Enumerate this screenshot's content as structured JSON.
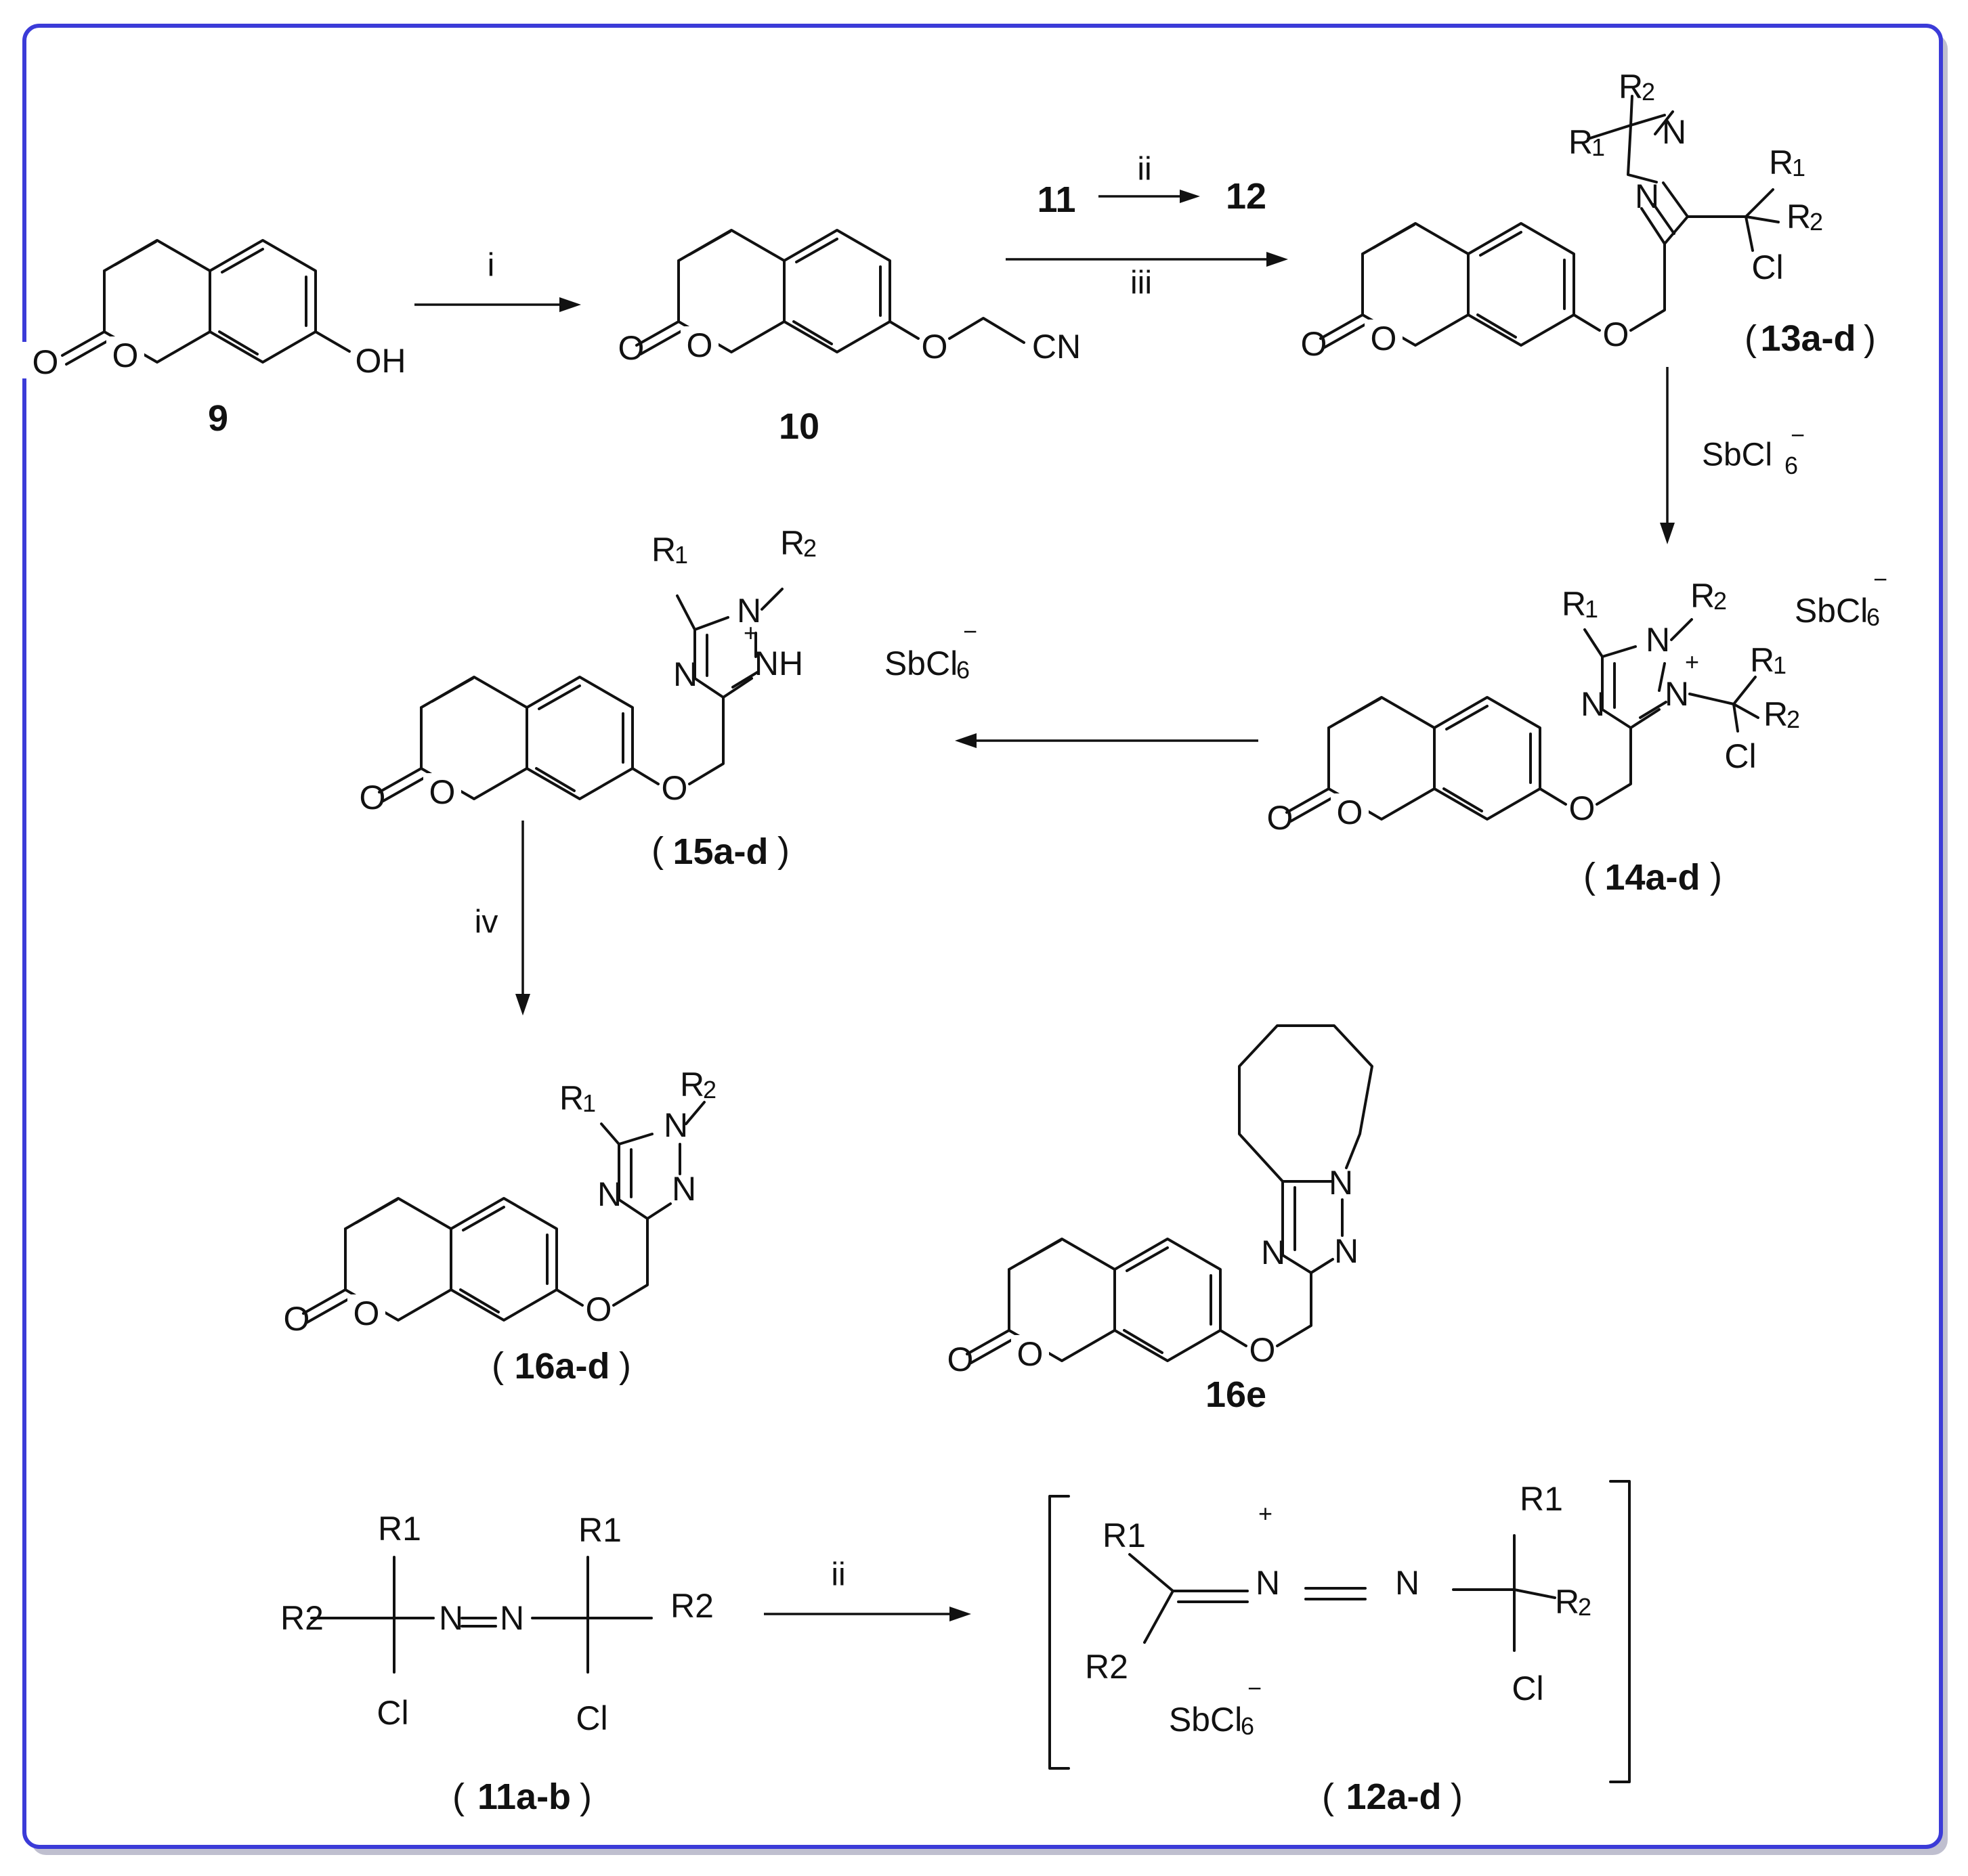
{
  "compounds": {
    "c9": "9",
    "c10": "10",
    "c11": "11",
    "c12": "12",
    "c13": "13a-d",
    "c14": "14a-d",
    "c15": "15a-d",
    "c16": "16a-d",
    "c16e": "16e",
    "c11ab": "11a-b",
    "c12ad": "12a-d"
  },
  "reagents": {
    "i": "i",
    "ii": "ii",
    "iii": "iii",
    "iv": "iv",
    "ii_bottom": "ii",
    "sbcl6_arrow": "SbCl"
  },
  "atoms": {
    "O": "O",
    "OH": "OH",
    "CN": "CN",
    "N": "N",
    "NH": "NH",
    "Cl": "Cl",
    "R": "R",
    "R1": "R1",
    "R2": "R2",
    "sub1": "1",
    "sub2": "2",
    "sub6": "6",
    "plus": "+",
    "minus": "−",
    "sbcl": "SbCl"
  },
  "colors": {
    "frame": "#3b3bd8",
    "ink": "#111111",
    "shadow": "#8a8aa8"
  }
}
